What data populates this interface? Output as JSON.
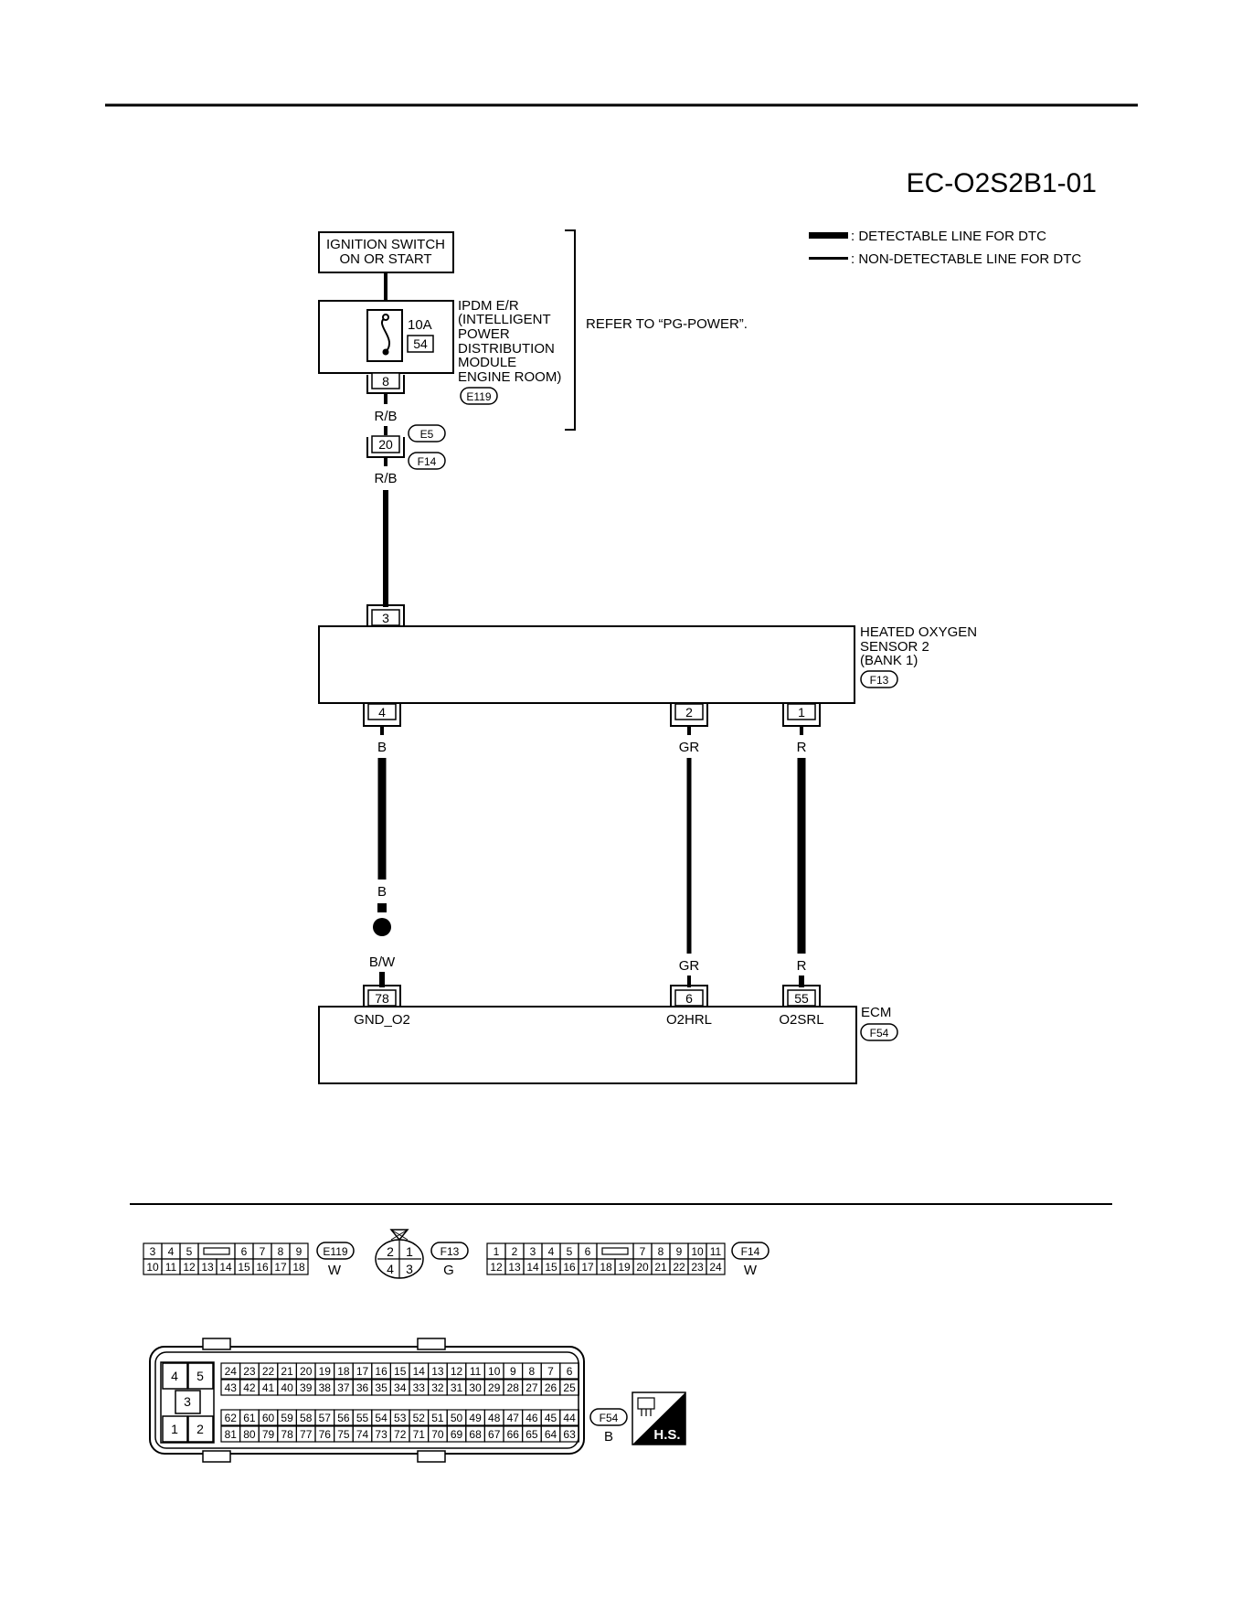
{
  "diagram_id": "EC-O2S2B1-01",
  "legend": {
    "detectable": ": DETECTABLE LINE FOR DTC",
    "non_detectable": ": NON-DETECTABLE LINE FOR DTC"
  },
  "ignition": {
    "line1": "IGNITION SWITCH",
    "line2": "ON OR START"
  },
  "ipdm": {
    "fuse_rating": "10A",
    "fuse_number": "54",
    "label_lines": [
      "IPDM E/R",
      "(INTELLIGENT",
      "POWER",
      "DISTRIBUTION",
      "MODULE",
      "ENGINE ROOM)"
    ],
    "connector": "E119",
    "pin": "8"
  },
  "refer": "REFER TO “PG-POWER”.",
  "wire_rb_top": "R/B",
  "joint": {
    "pin": "20",
    "connector_a": "E5",
    "connector_b": "F14"
  },
  "wire_rb_bottom": "R/B",
  "sensor": {
    "label_lines": [
      "HEATED OXYGEN",
      "SENSOR 2",
      "(BANK 1)"
    ],
    "connector": "F13",
    "pin_top": "3",
    "pins_bottom": [
      "4",
      "2",
      "1"
    ]
  },
  "wires": {
    "b_top": "B",
    "gr_top": "GR",
    "r_top": "R",
    "b_mid": "B",
    "bw": "B/W",
    "gr_bottom": "GR",
    "r_bottom": "R"
  },
  "ecm": {
    "label": "ECM",
    "connector": "F54",
    "pins": [
      "78",
      "6",
      "55"
    ],
    "terminals": [
      "GND_O2",
      "O2HRL",
      "O2SRL"
    ]
  },
  "connectors_row": {
    "e119": {
      "top": [
        "3",
        "4",
        "5",
        "6",
        "7",
        "8",
        "9"
      ],
      "bottom": [
        "10",
        "11",
        "12",
        "13",
        "14",
        "15",
        "16",
        "17",
        "18"
      ],
      "id": "E119",
      "color": "W"
    },
    "f13": {
      "top": [
        "2",
        "1"
      ],
      "bottom": [
        "4",
        "3"
      ],
      "id": "F13",
      "color": "G"
    },
    "f14": {
      "top": [
        "1",
        "2",
        "3",
        "4",
        "5",
        "6",
        "7",
        "8",
        "9",
        "10",
        "11"
      ],
      "bottom": [
        "12",
        "13",
        "14",
        "15",
        "16",
        "17",
        "18",
        "19",
        "20",
        "21",
        "22",
        "23",
        "24"
      ],
      "id": "F14",
      "color": "W"
    }
  },
  "f54": {
    "left": {
      "a": "4",
      "b": "5",
      "c": "3",
      "d": "1",
      "e": "2"
    },
    "row1": [
      "24",
      "23",
      "22",
      "21",
      "20",
      "19",
      "18",
      "17",
      "16",
      "15",
      "14",
      "13",
      "12",
      "11",
      "10",
      "9",
      "8",
      "7",
      "6"
    ],
    "row2": [
      "43",
      "42",
      "41",
      "40",
      "39",
      "38",
      "37",
      "36",
      "35",
      "34",
      "33",
      "32",
      "31",
      "30",
      "29",
      "28",
      "27",
      "26",
      "25"
    ],
    "row3": [
      "62",
      "61",
      "60",
      "59",
      "58",
      "57",
      "56",
      "55",
      "54",
      "53",
      "52",
      "51",
      "50",
      "49",
      "48",
      "47",
      "46",
      "45",
      "44"
    ],
    "row4": [
      "81",
      "80",
      "79",
      "78",
      "77",
      "76",
      "75",
      "74",
      "73",
      "72",
      "71",
      "70",
      "69",
      "68",
      "67",
      "66",
      "65",
      "64",
      "63"
    ],
    "id": "F54",
    "color": "B",
    "hs": "H.S."
  }
}
